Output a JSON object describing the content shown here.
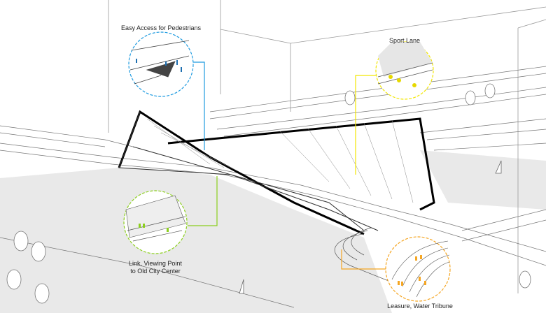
{
  "callouts": [
    {
      "id": "pedestrians",
      "label": "Easy Access for Pedestrians",
      "color": "#1e9be0"
    },
    {
      "id": "sport",
      "label": "Sport Lane",
      "color": "#f2e600"
    },
    {
      "id": "link",
      "label_line1": "Link, Viewing Point",
      "label_line2": "to Old City Center",
      "color": "#8ccf1e"
    },
    {
      "id": "leisure",
      "label": "Leasure, Water Tribune",
      "color": "#f5a623"
    }
  ],
  "colors": {
    "water": "#e8e8e8",
    "line": "#555555",
    "bridge": "#000000"
  }
}
